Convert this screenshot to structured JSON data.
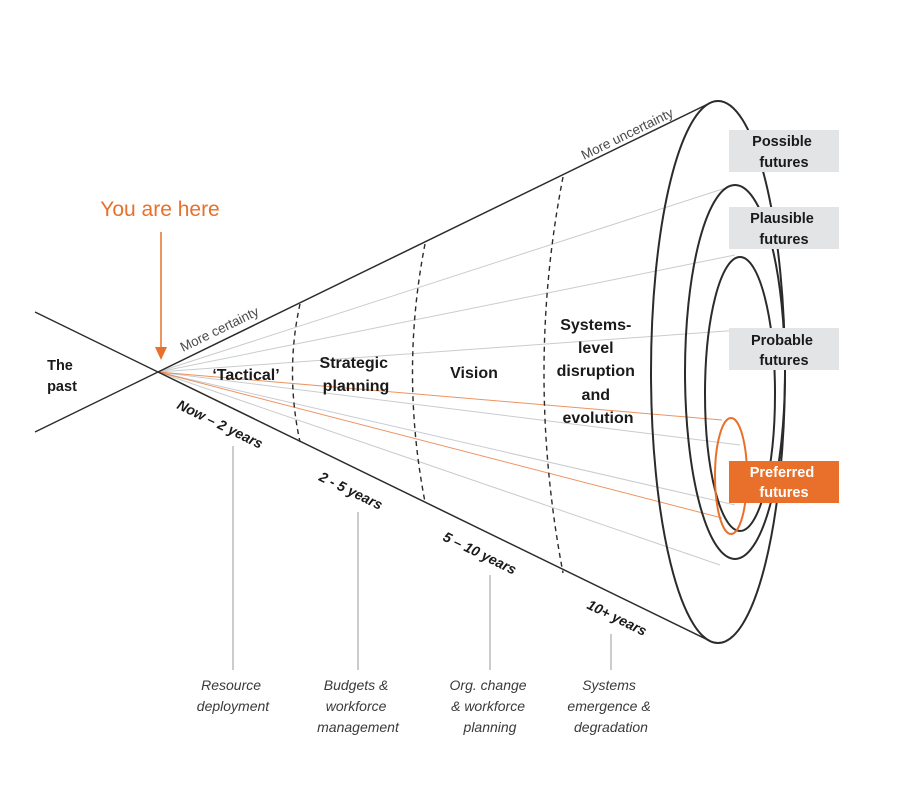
{
  "you_are_here": "You are here",
  "past": [
    "The",
    "past"
  ],
  "more_certainty": "More certainty",
  "more_uncertainty": "More uncertainty",
  "zones": {
    "tactical": "‘Tactical’",
    "strategic": [
      "Strategic",
      "planning"
    ],
    "vision": "Vision",
    "systems": [
      "Systems-",
      "level",
      "disruption",
      "and",
      "evolution"
    ]
  },
  "horizons": {
    "h1": "Now – 2 years",
    "h2": "2 - 5 years",
    "h3": "5 – 10 years",
    "h4": "10+ years"
  },
  "activities": {
    "a1": [
      "Resource",
      "deployment"
    ],
    "a2": [
      "Budgets &",
      "workforce",
      "management"
    ],
    "a3": [
      "Org. change",
      "& workforce",
      "planning"
    ],
    "a4": [
      "Systems",
      "emergence &",
      "degradation"
    ]
  },
  "futures": {
    "possible": [
      "Possible",
      "futures"
    ],
    "plausible": [
      "Plausible",
      "futures"
    ],
    "probable": [
      "Probable",
      "futures"
    ],
    "preferred": [
      "Preferred",
      "futures"
    ]
  },
  "colors": {
    "accent": "#e8702a",
    "line": "#2b2b2b",
    "faint": "#c8cccf",
    "box": "#e2e4e5"
  }
}
